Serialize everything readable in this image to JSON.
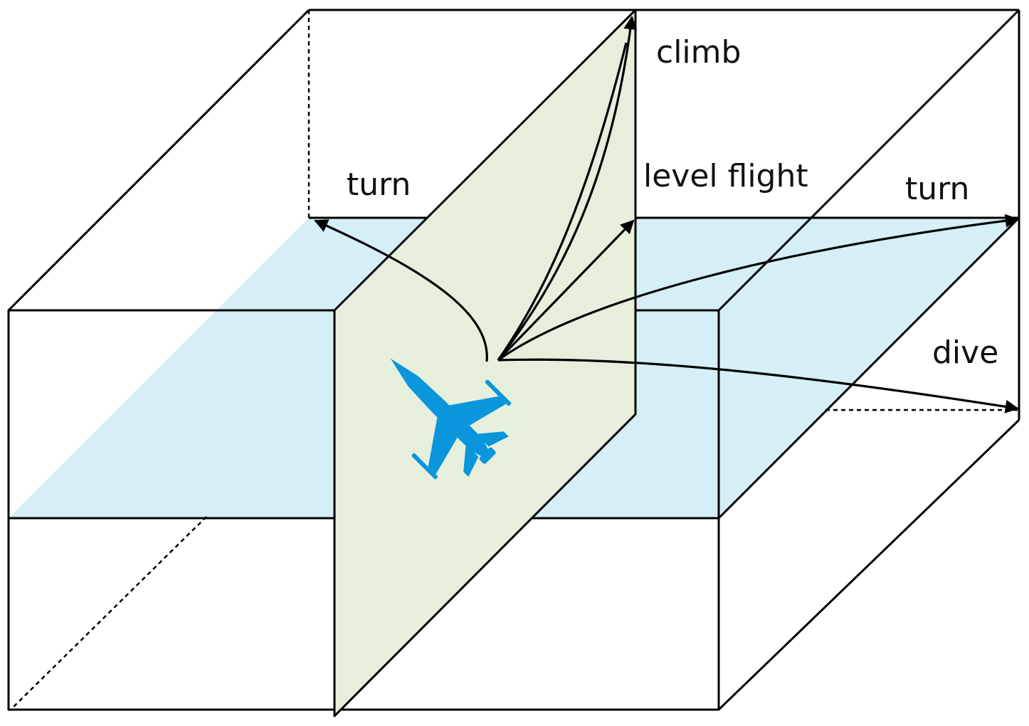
{
  "labels": {
    "climb": "climb",
    "level_flight": "level flight",
    "turn_left": "turn",
    "turn_right": "turn",
    "dive": "dive"
  },
  "colors": {
    "horizontal_plane": "#d6eef5",
    "vertical_plane": "#e6efdc",
    "aircraft": "#0a96dc",
    "edges": "#000000"
  },
  "icons": {
    "aircraft": "fighter-jet-icon"
  }
}
